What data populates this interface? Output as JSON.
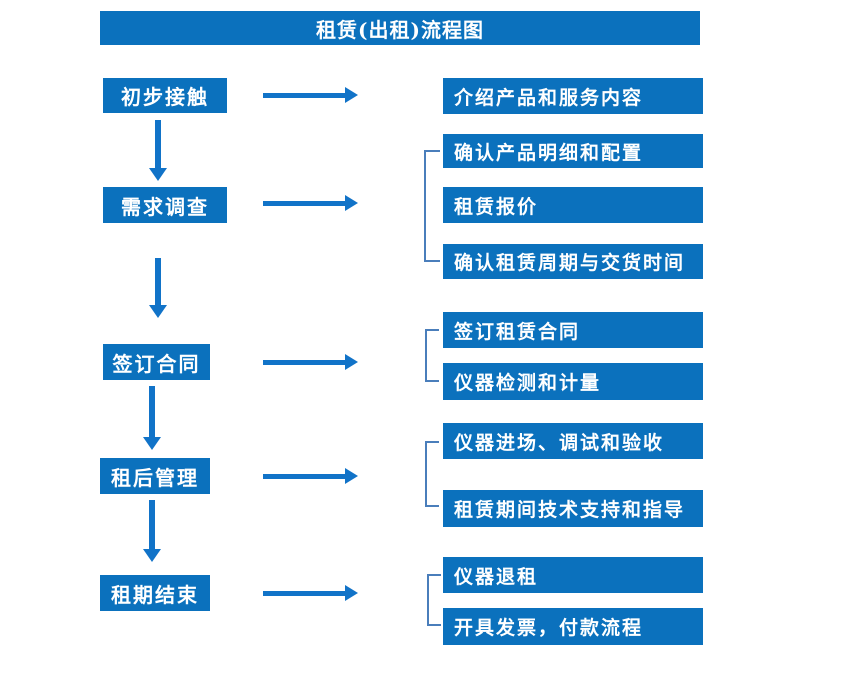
{
  "title": "租赁(出租)流程图",
  "colors": {
    "box_blue": "#0b71bd",
    "arrow_blue": "#1173c8",
    "bracket_blue": "#4a7ebb",
    "text_white": "#ffffff",
    "background": "#ffffff"
  },
  "steps": [
    {
      "label": "初步接触",
      "details": [
        "介绍产品和服务内容"
      ]
    },
    {
      "label": "需求调查",
      "details": [
        "确认产品明细和配置",
        "租赁报价",
        "确认租赁周期与交货时间"
      ]
    },
    {
      "label": "签订合同",
      "details": [
        "签订租赁合同",
        "仪器检测和计量"
      ]
    },
    {
      "label": "租后管理",
      "details": [
        "仪器进场、调试和验收",
        "租赁期间技术支持和指导"
      ]
    },
    {
      "label": "租期结束",
      "details": [
        "仪器退租",
        "开具发票，付款流程"
      ]
    }
  ]
}
